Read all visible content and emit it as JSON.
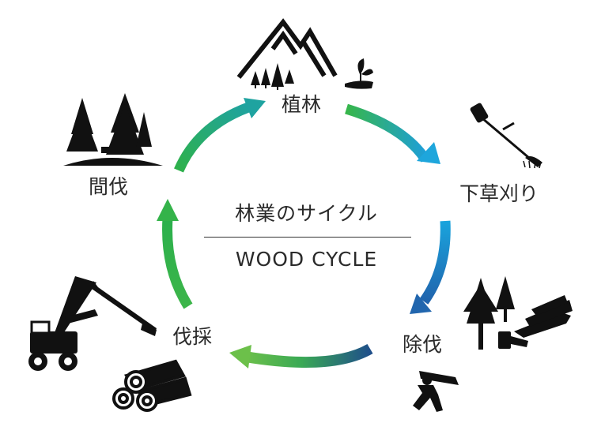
{
  "center": {
    "title_jp": "林業のサイクル",
    "title_en": "WOOD CYCLE"
  },
  "stages": [
    {
      "label": "植林",
      "icon": "mountain-forest-icon"
    },
    {
      "label": "下草刈り",
      "icon": "brush-cutter-icon"
    },
    {
      "label": "除伐",
      "icon": "tree-cutting-icon"
    },
    {
      "label": "伐採",
      "icon": "logging-machine-icon"
    },
    {
      "label": "間伐",
      "icon": "thinned-forest-icon"
    }
  ],
  "colors": {
    "arrow_blue": "#1e9bd7",
    "arrow_green": "#3bb54a",
    "arrow_navy": "#1f4f8a",
    "icon": "#111111"
  }
}
